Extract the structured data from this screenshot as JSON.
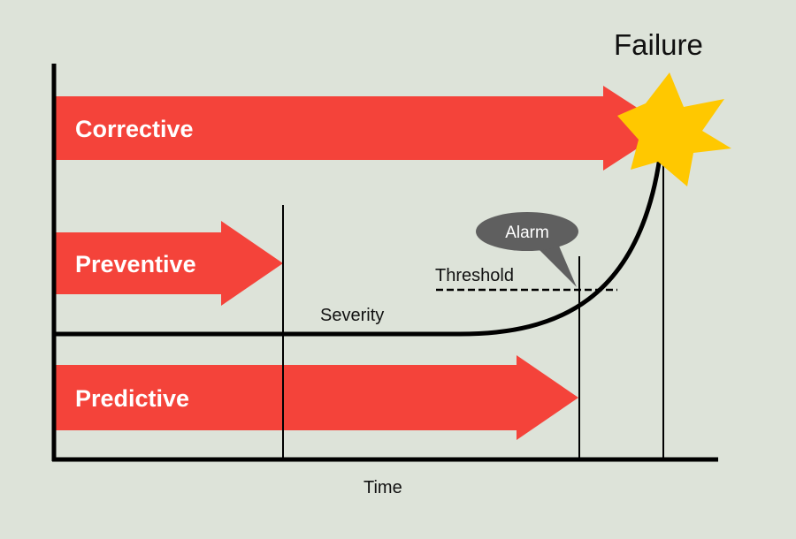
{
  "labels": {
    "corrective": "Corrective",
    "preventive": "Preventive",
    "predictive": "Predictive",
    "failure": "Failure",
    "alarm": "Alarm",
    "threshold": "Threshold",
    "severity": "Severity",
    "time": "Time"
  },
  "colors": {
    "background": "#dde3d9",
    "arrow": "#f4433a",
    "star": "#ffc800",
    "callout": "#5f5f5f",
    "line": "#000000",
    "text": "#111111"
  },
  "icons": {
    "failure": "burst-star-icon",
    "alarm": "speech-bubble-icon"
  }
}
